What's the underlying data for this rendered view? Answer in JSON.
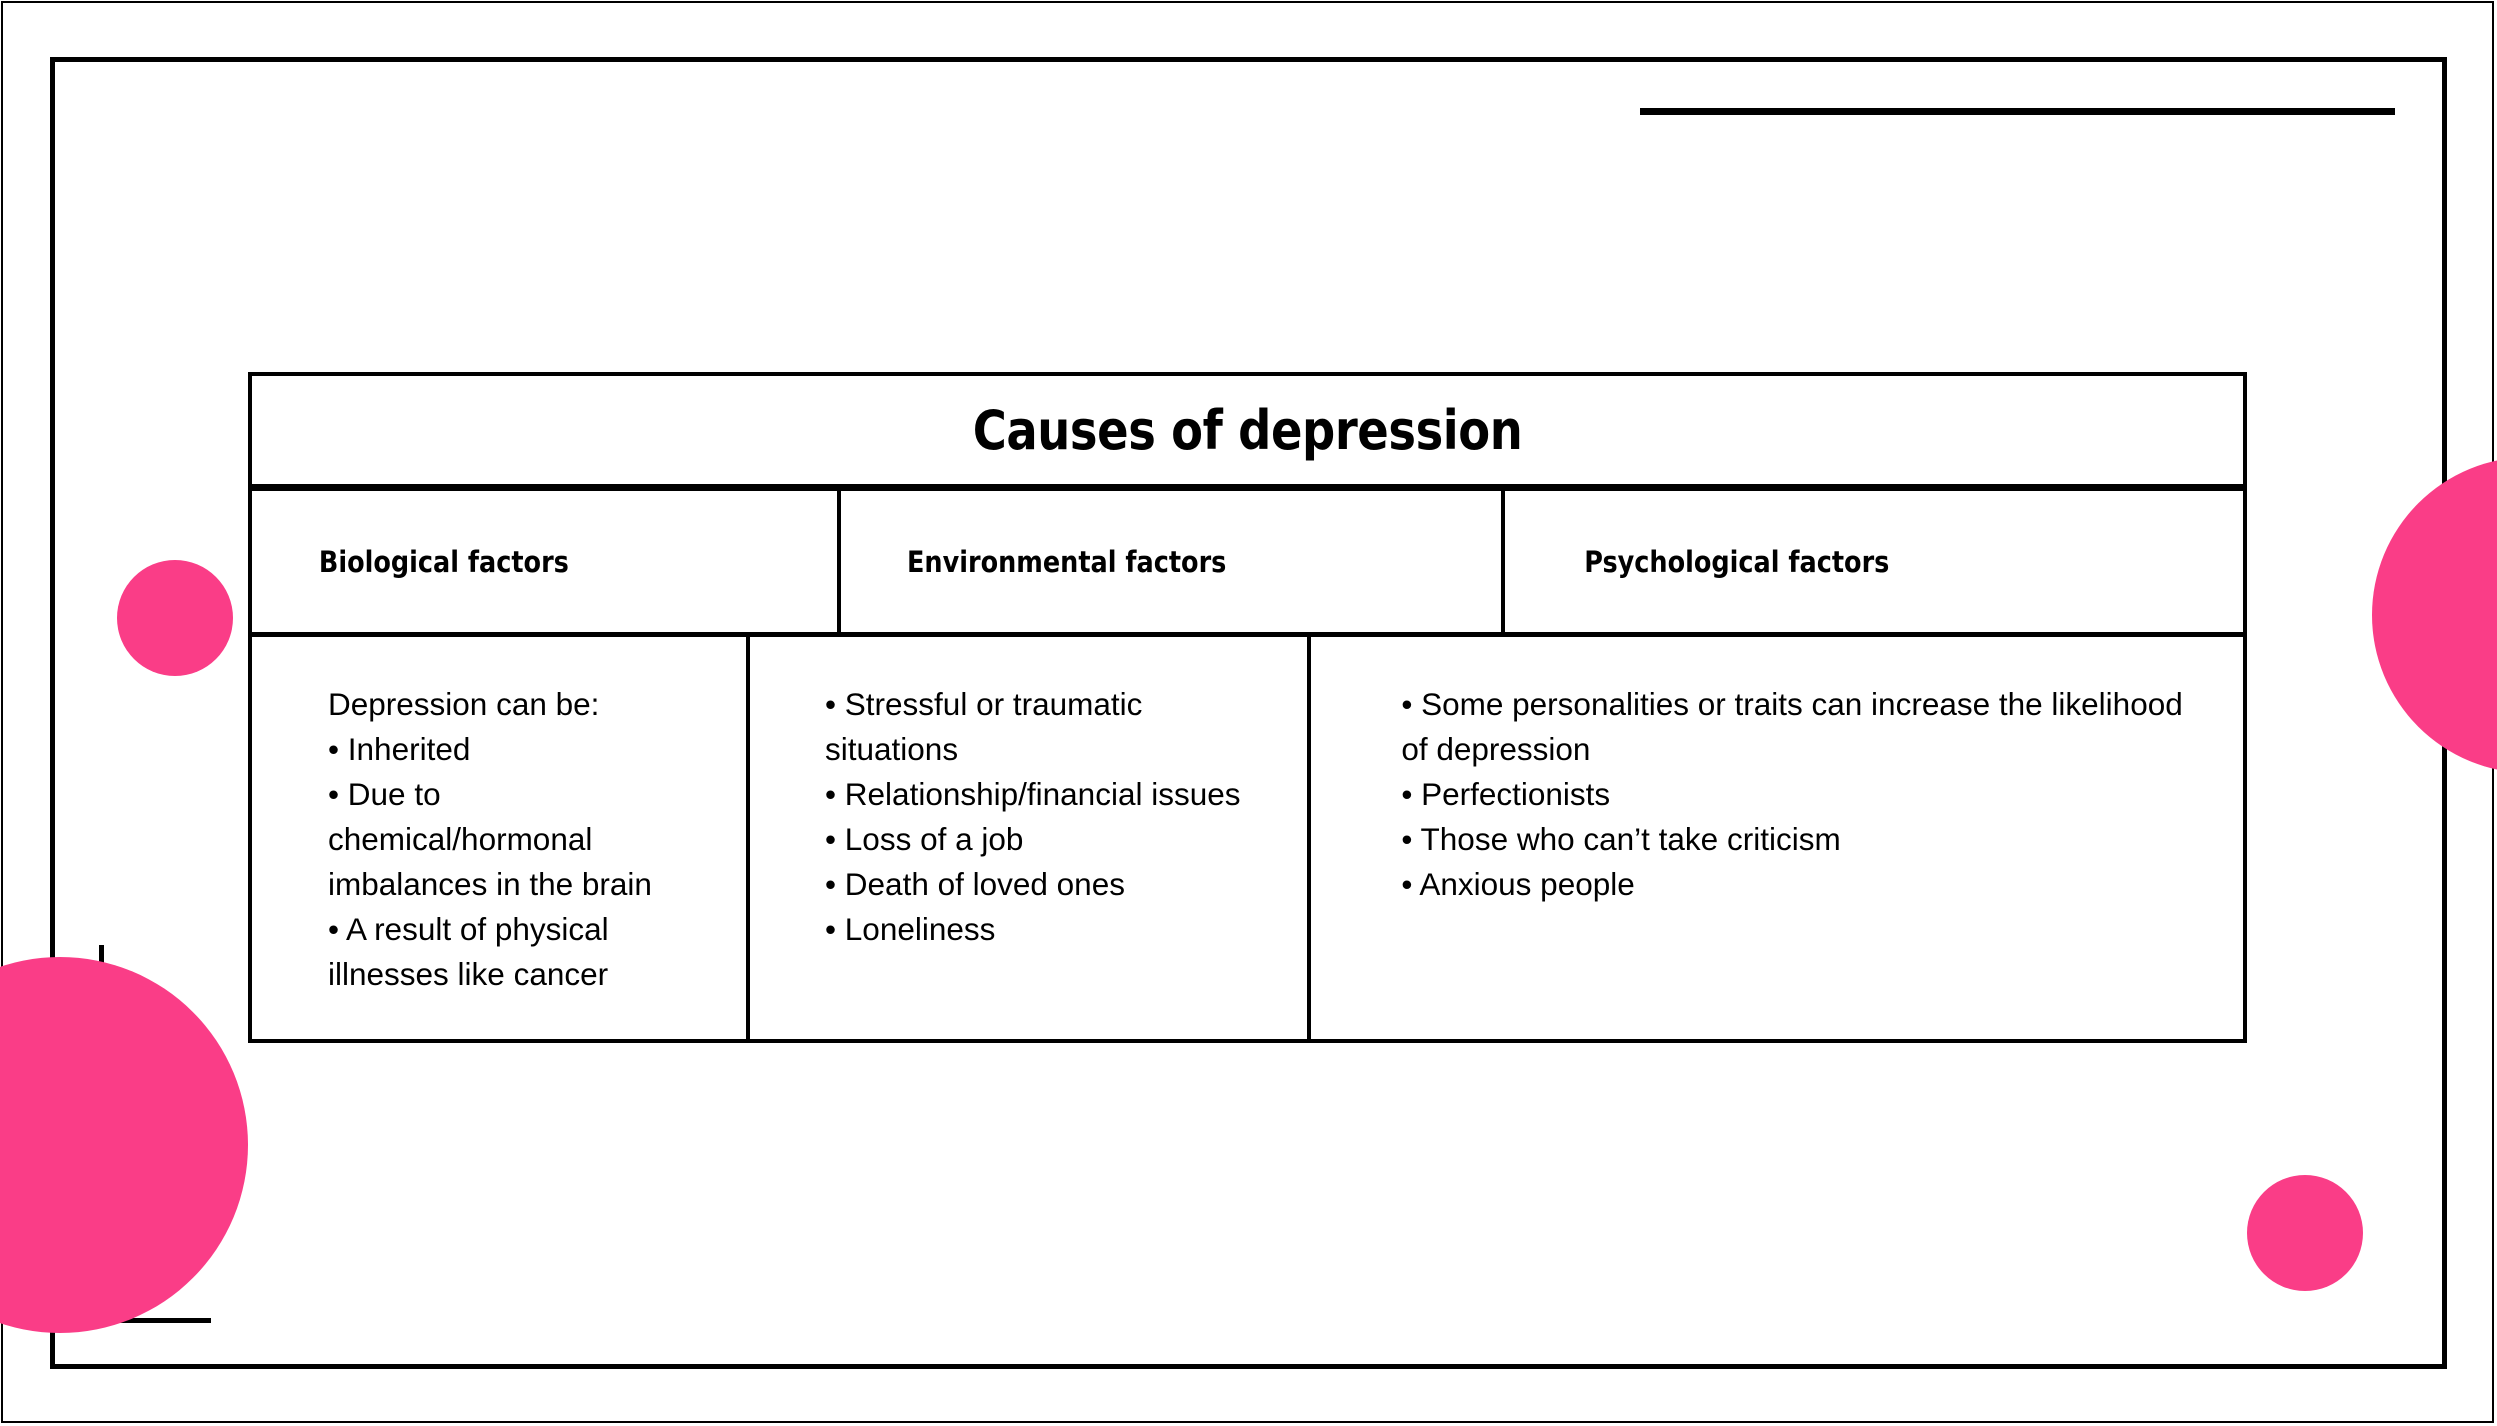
{
  "slide": {
    "background_color": "#ffffff",
    "accent_color": "#fa3d87",
    "line_color": "#000000"
  },
  "table": {
    "title": "Causes of depression",
    "columns": [
      {
        "header": "Biological factors",
        "lines": [
          "Depression can be:",
          "• Inherited",
          "• Due to chemical/hormonal imbalances in the brain",
          "• A result of physical illnesses like cancer"
        ]
      },
      {
        "header": "Environmental factors",
        "lines": [
          "• Stressful or traumatic situations",
          "• Relationship/financial issues",
          "• Loss of a job",
          "• Death of loved ones",
          "• Loneliness"
        ]
      },
      {
        "header": "Psychological factors",
        "lines": [
          "• Some personalities or traits can increase the likelihood of depression",
          "• Perfectionists",
          "• Those who can’t take criticism",
          "• Anxious people"
        ]
      }
    ]
  },
  "decorations": {
    "circles": [
      {
        "name": "circle-left-small"
      },
      {
        "name": "circle-left-large"
      },
      {
        "name": "circle-right-large"
      },
      {
        "name": "circle-right-small"
      }
    ]
  }
}
